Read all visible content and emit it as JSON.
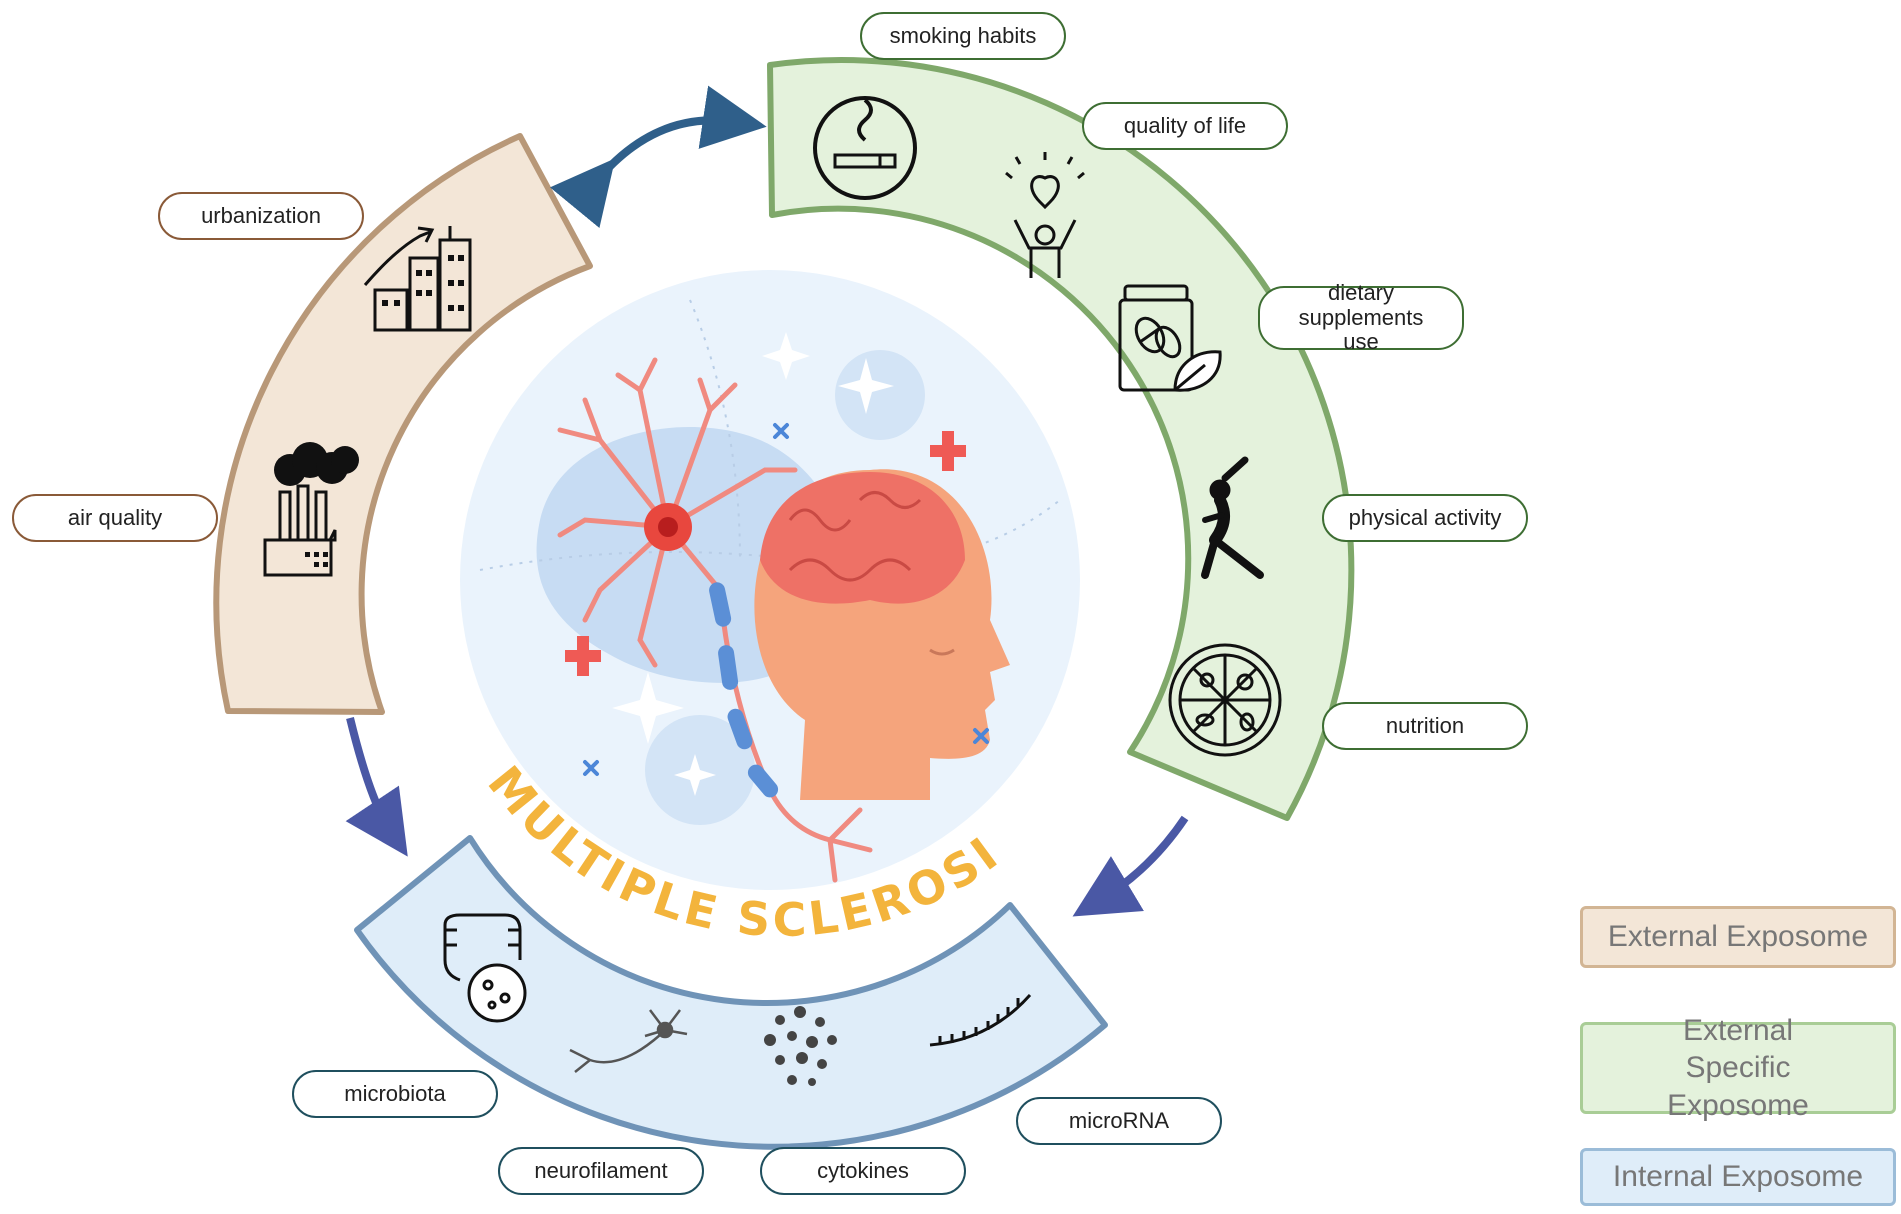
{
  "title": "MULTIPLE SCLEROSIS",
  "labels": {
    "urbanization": "urbanization",
    "air_quality": "air quality",
    "smoking_habits": "smoking habits",
    "quality_of_life": "quality of life",
    "dietary_supplements": "dietary supplements use",
    "physical_activity": "physical activity",
    "nutrition": "nutrition",
    "microbiota": "microbiota",
    "neurofilament": "neurofilament",
    "cytokines": "cytokines",
    "microrna": "microRNA"
  },
  "legend": {
    "external": "External Exposome",
    "external_specific": "External Specific Exposome",
    "internal": "Internal Exposome"
  },
  "colors": {
    "external_fill": "#f3e6d7",
    "external_stroke": "#b89878",
    "specific_fill": "#e4f2dc",
    "specific_stroke": "#7fa86a",
    "internal_fill": "#dfedf9",
    "internal_stroke": "#6f93b7",
    "title": "#f3b43c",
    "arrow_dark": "#2f5f8a",
    "arrow_indigo": "#4a58a5"
  },
  "icons": {
    "urbanization": "city-growth-icon",
    "air_quality": "factory-pollution-icon",
    "smoking_habits": "cigarette-icon",
    "quality_of_life": "happy-person-heart-icon",
    "dietary_supplements": "supplement-jar-icon",
    "physical_activity": "stretching-person-icon",
    "nutrition": "food-plate-icon",
    "microbiota": "intestine-bacteria-icon",
    "neurofilament": "neuron-icon",
    "cytokines": "cytokine-dots-icon",
    "microrna": "rna-strand-icon"
  }
}
